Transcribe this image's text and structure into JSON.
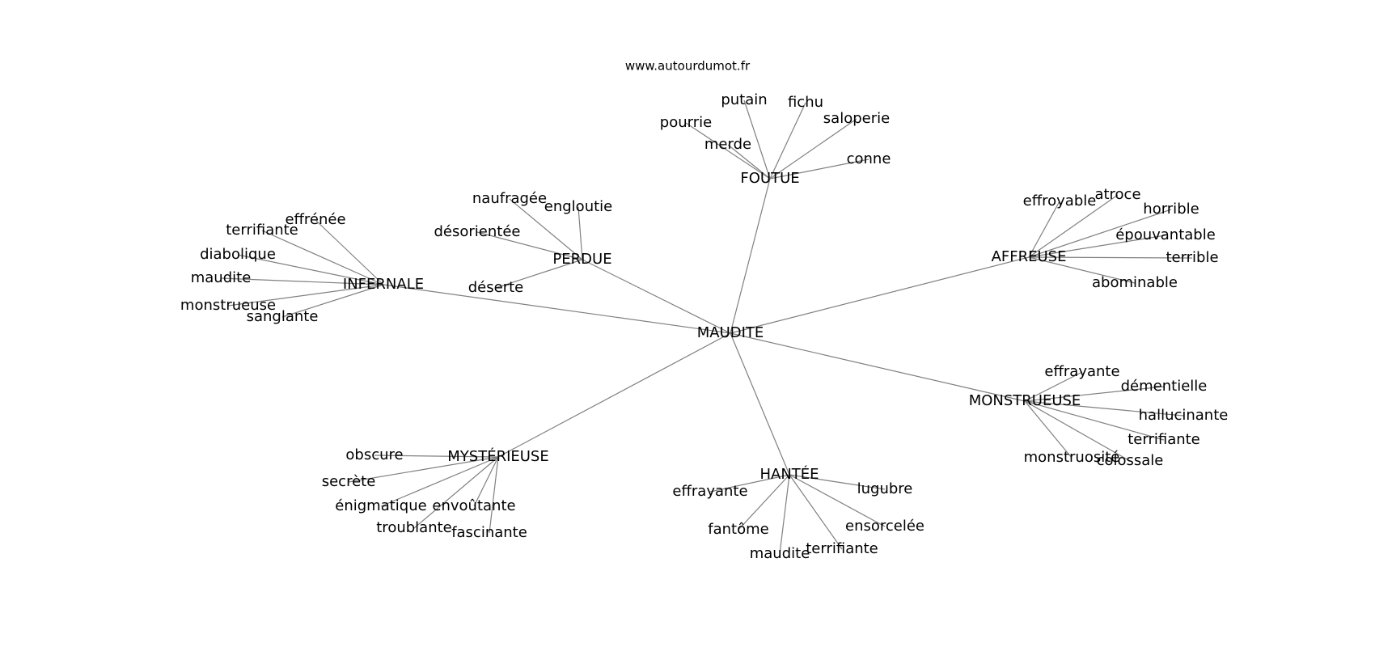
{
  "header": {
    "site": "www.autourdumot.fr"
  },
  "colors": {
    "edge": "#808080",
    "text": "#000000",
    "background": "#ffffff"
  },
  "graph": {
    "center": "MAUDITE",
    "hubs": [
      {
        "label": "FOUTUE",
        "leaves": [
          "putain",
          "fichu",
          "saloperie",
          "pourrie",
          "merde",
          "conne"
        ]
      },
      {
        "label": "PERDUE",
        "leaves": [
          "naufragée",
          "engloutie",
          "désorientée",
          "déserte"
        ]
      },
      {
        "label": "INFERNALE",
        "leaves": [
          "effrénée",
          "terrifiante",
          "diabolique",
          "maudite",
          "monstrueuse",
          "sanglante"
        ]
      },
      {
        "label": "AFFREUSE",
        "leaves": [
          "effroyable",
          "atroce",
          "horrible",
          "épouvantable",
          "terrible",
          "abominable"
        ]
      },
      {
        "label": "MONSTRUEUSE",
        "leaves": [
          "effrayante",
          "démentielle",
          "hallucinante",
          "terrifiante",
          "monstruosité",
          "colossale"
        ]
      },
      {
        "label": "MYSTÉRIEUSE",
        "leaves": [
          "obscure",
          "secrète",
          "énigmatique",
          "envoûtante",
          "troublante",
          "fascinante"
        ]
      },
      {
        "label": "HANTÉE",
        "leaves": [
          "effrayante",
          "lugubre",
          "fantôme",
          "ensorcelée",
          "maudite",
          "terrifiante"
        ]
      }
    ]
  }
}
